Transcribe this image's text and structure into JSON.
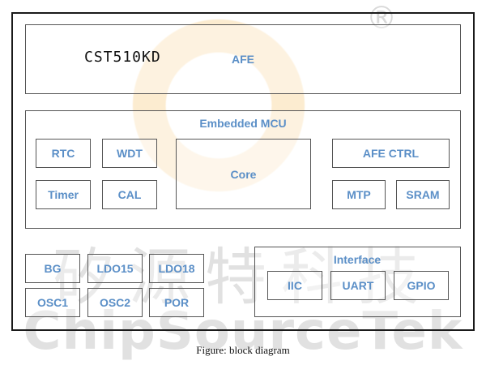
{
  "watermark": {
    "registered_mark": "®",
    "cn_text": "矽源特科技",
    "en_text": "ChipSourceTek"
  },
  "chip_name": "CST510KD",
  "afe": {
    "label": "AFE"
  },
  "mcu": {
    "title": "Embedded MCU",
    "blocks": {
      "rtc": "RTC",
      "wdt": "WDT",
      "core": "Core",
      "afe_ctrl": "AFE CTRL",
      "timer": "Timer",
      "cal": "CAL",
      "mtp": "MTP",
      "sram": "SRAM"
    }
  },
  "power": {
    "bg": "BG",
    "ldo15": "LDO15",
    "ldo18": "LDO18",
    "osc1": "OSC1",
    "osc2": "OSC2",
    "por": "POR"
  },
  "interface": {
    "title": "Interface",
    "iic": "IIC",
    "uart": "UART",
    "gpio": "GPIO"
  },
  "caption": "Figure: block diagram"
}
